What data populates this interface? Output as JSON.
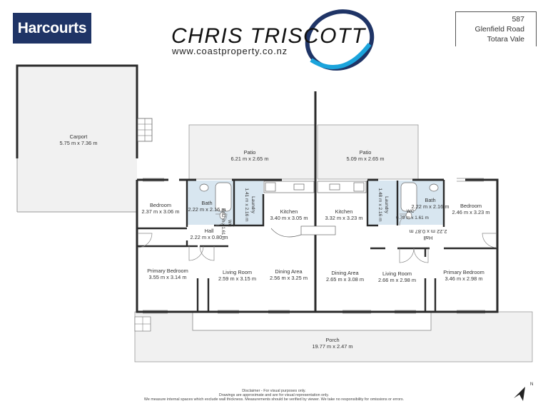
{
  "branding": {
    "agency_logo": "Harcourts",
    "agent_name": "CHRIS TRISCOTT",
    "agent_url": "www.coastproperty.co.nz",
    "swoosh_colors": [
      "#1f3466",
      "#1ba4dc"
    ]
  },
  "address": {
    "line1": "587",
    "line2": "Glenfield Road",
    "line3": "Totara Vale"
  },
  "rooms": {
    "carport": {
      "name": "Carport",
      "dims": "5.75 m x 7.36 m"
    },
    "patio_left": {
      "name": "Patio",
      "dims": "6.21 m x 2.65 m"
    },
    "patio_right": {
      "name": "Patio",
      "dims": "5.09 m x 2.65 m"
    },
    "bedroom_left": {
      "name": "Bedroom",
      "dims": "2.37 m x 3.06 m"
    },
    "bath_left": {
      "name": "Bath",
      "dims": "2.22 m x 2.16 m"
    },
    "laundry_left": {
      "name": "Laundry",
      "dims": "1.41 m x 2.16 m"
    },
    "kitchen_left": {
      "name": "Kitchen",
      "dims": "3.40 m x 3.05 m"
    },
    "hall_left": {
      "name": "Hall",
      "dims": "2.22 m x 0.80 m"
    },
    "wc_left": {
      "name": "WC",
      "dims": "0.82 m x 1.61 m"
    },
    "primary_bedroom_left": {
      "name": "Primary Bedroom",
      "dims": "3.55 m x 3.14 m"
    },
    "living_left": {
      "name": "Living Room",
      "dims": "2.59 m x 3.15 m"
    },
    "dining_left": {
      "name": "Dining Area",
      "dims": "2.56 m x 3.25 m"
    },
    "kitchen_right": {
      "name": "Kitchen",
      "dims": "3.32 m x 3.23 m"
    },
    "laundry_right": {
      "name": "Laundry",
      "dims": "1.48 m x 2.16 m"
    },
    "wc_right": {
      "name": "WC",
      "dims": "0.79 m x 1.61 m"
    },
    "bath_right": {
      "name": "Bath",
      "dims": "2.22 m x 2.16 m"
    },
    "bedroom_right": {
      "name": "Bedroom",
      "dims": "2.46 m x 3.23 m"
    },
    "hall_right": {
      "name": "Hall",
      "dims": "2.22 m x 0.87 m"
    },
    "dining_right": {
      "name": "Dining Area",
      "dims": "2.65 m x 3.08 m"
    },
    "living_right": {
      "name": "Living Room",
      "dims": "2.66 m x 2.98 m"
    },
    "primary_bedroom_right": {
      "name": "Primary Bedroom",
      "dims": "3.46 m x 2.98 m"
    },
    "porch": {
      "name": "Porch",
      "dims": "19.77 m x 2.47 m"
    }
  },
  "disclaimer": {
    "line1": "Disclaimer - For visual purposes only.",
    "line2": "Drawings are approximate and are for visual representation only.",
    "line3": "We measure internal spaces which exclude wall thickness. Measurements should be verified by viewer. We take no responsibility for omissions or errors."
  },
  "compass": {
    "icon": "north-arrow-icon",
    "label": "N"
  },
  "colors": {
    "wall": "#2a2a2a",
    "outdoor_fill": "#f1f1f1",
    "wet_area": "#d8e6f0",
    "brand_navy": "#1f3466"
  }
}
